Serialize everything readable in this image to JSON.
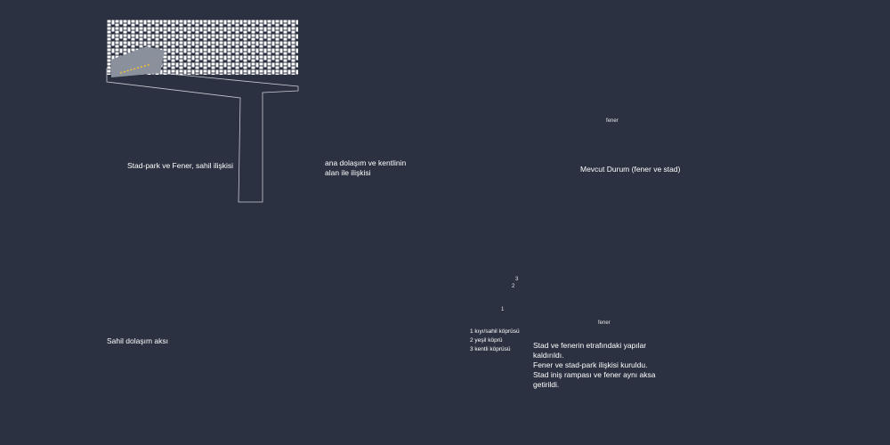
{
  "panels": [
    {
      "id": "p1",
      "caption": "Stad-park ve Fener, sahil ilişkisi"
    },
    {
      "id": "p2",
      "caption_lines": [
        "ana dolaşım ve kentlinin",
        "alan ile ilişkisi"
      ]
    },
    {
      "id": "p3",
      "caption": "Mevcut Durum (fener ve stad)",
      "marker": "fener"
    },
    {
      "id": "p4",
      "caption": "Sahil dolaşım aksı"
    },
    {
      "id": "p5",
      "numbers": [
        "1",
        "2",
        "3"
      ],
      "legend": [
        "1 kıyı/sahil köprüsü",
        "2 yeşil köprü",
        "3 kentli köprüsü"
      ]
    },
    {
      "id": "p6",
      "marker": "fener",
      "caption_lines": [
        "Stad ve fenerin etrafındaki yapılar",
        "kaldırıldı.",
        "Fener ve stad-park ilişkisi kuruldu.",
        "Stad iniş rampası ve fener aynı aksa",
        "getirildi."
      ]
    }
  ],
  "colors": {
    "background": "#2b3140",
    "buildings": "#ffffff",
    "zone_fill": "#8a909c",
    "outline": "#c8ccd4",
    "axis": "#f2c13a",
    "thin_lines": "#e6e8ec"
  }
}
